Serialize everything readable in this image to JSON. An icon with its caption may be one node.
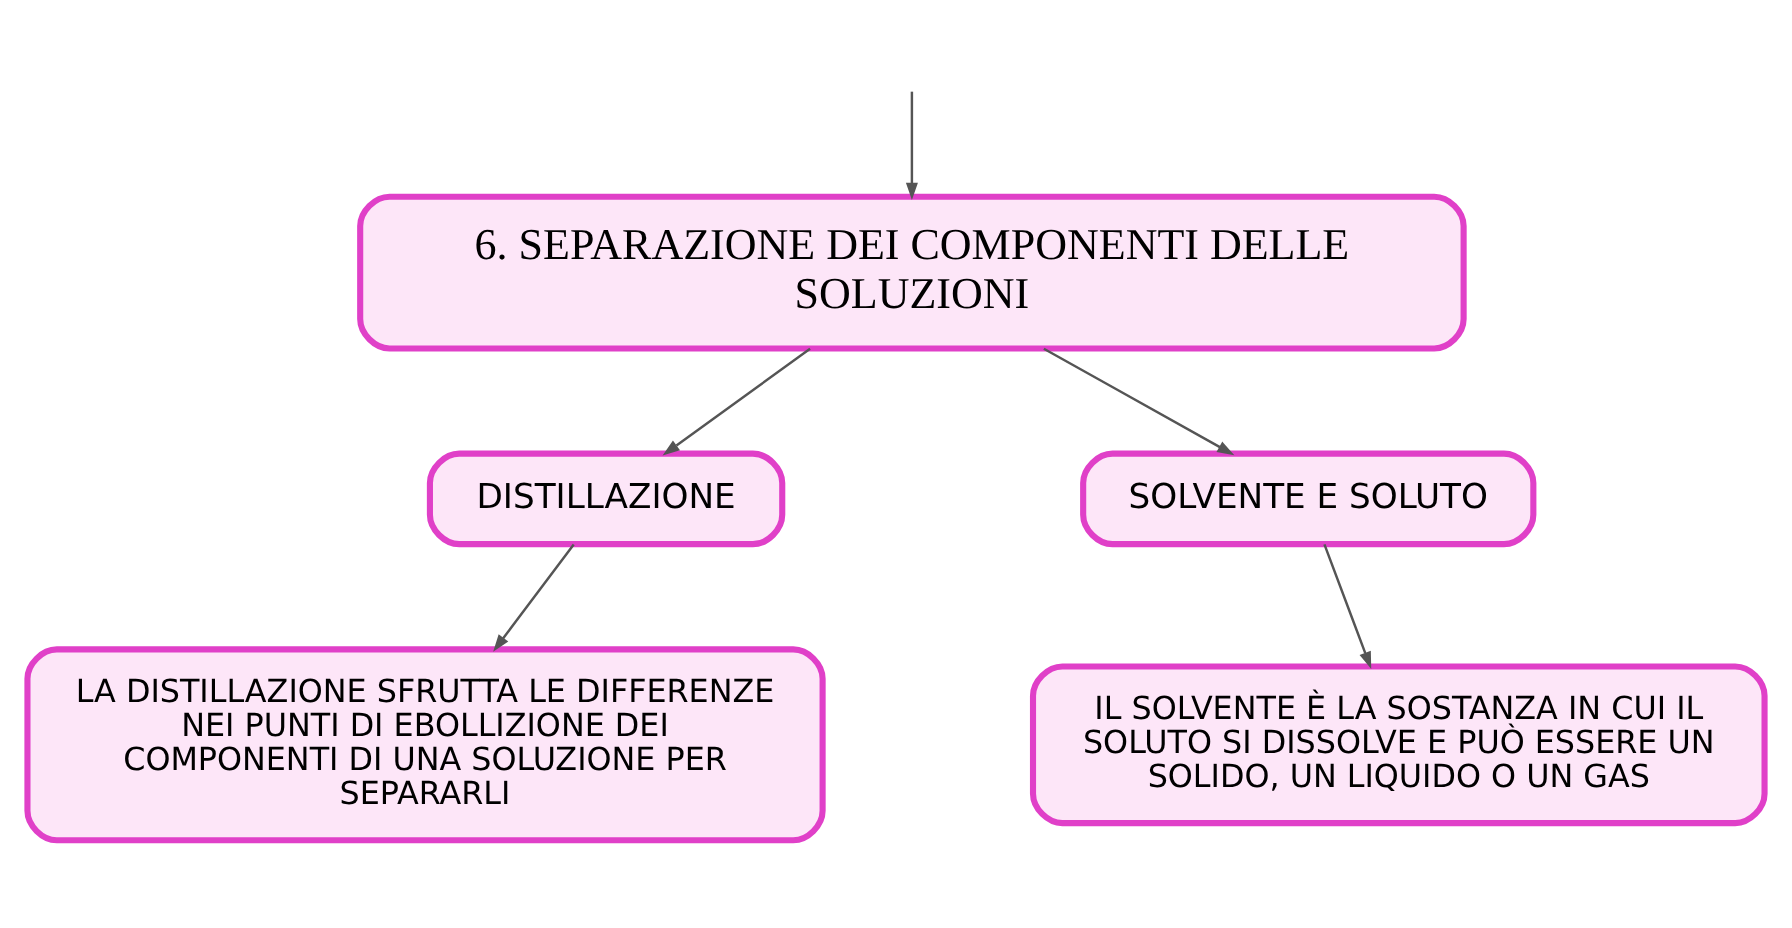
{
  "diagram": {
    "nodes": [
      {
        "text": [
          "6. SEPARAZIONE DEI COMPONENTI DELLE SOLUZIONI"
        ]
      },
      {
        "text": [
          "DISTILLAZIONE"
        ]
      },
      {
        "text": [
          "SOLVENTE E SOLUTO"
        ]
      },
      {
        "text": [
          "LA DISTILLAZIONE SFRUTTA LE DIFFERENZE NEI PUNTI DI EBOLLIZIONE DEI COMPONENTI DI UNA SOLUZIONE PER SEPARARLI"
        ]
      },
      {
        "text": [
          "IL SOLVENTE È LA SOSTANZA IN CUI IL SOLUTO SI DISSOLVE E PUÒ ESSERE UN SOLIDO, UN LIQUIDO O UN GAS"
        ]
      }
    ],
    "edges": [
      {
        "from": null,
        "to": 0,
        "arrow": "to"
      },
      {
        "from": 0,
        "to": 1,
        "arrow": "to"
      },
      {
        "from": 0,
        "to": 2,
        "arrow": "to"
      },
      {
        "from": 1,
        "to": 3,
        "arrow": "to"
      },
      {
        "from": 2,
        "to": 4,
        "arrow": "to"
      }
    ]
  }
}
